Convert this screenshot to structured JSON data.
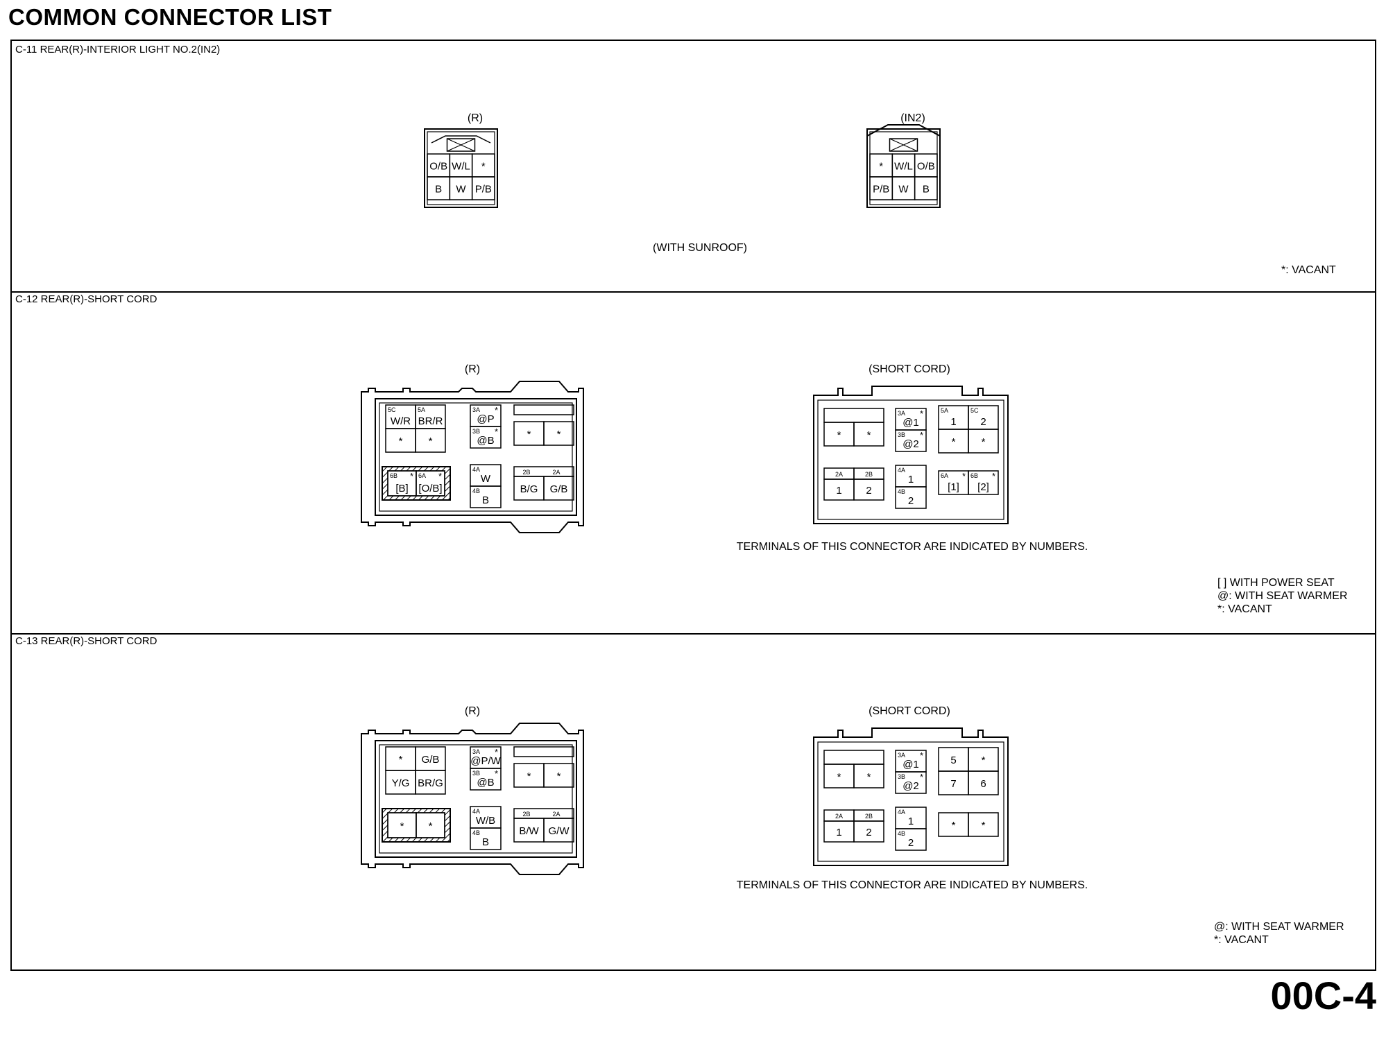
{
  "page": {
    "title": "COMMON CONNECTOR LIST",
    "page_number": "00C-4"
  },
  "sections": [
    {
      "label": "C-11 REAR(R)-INTERIOR LIGHT NO.2(IN2)",
      "left_connector": {
        "caption": "(R)",
        "rows": [
          [
            "O/B",
            "W/L",
            "*"
          ],
          [
            "B",
            "W",
            "P/B"
          ]
        ]
      },
      "right_connector": {
        "caption": "(IN2)",
        "rows": [
          [
            "*",
            "W/L",
            "O/B"
          ],
          [
            "P/B",
            "W",
            "B"
          ]
        ]
      },
      "center_note": "(WITH SUNROOF)",
      "legend": [
        "*: VACANT"
      ]
    },
    {
      "label": "C-12 REAR(R)-SHORT CORD",
      "left_connector": {
        "caption": "(R)",
        "block_a": [
          {
            "id": "5C",
            "text": "W/R"
          },
          {
            "id": "5A",
            "text": "BR/R"
          },
          {
            "id": "",
            "text": "*"
          },
          {
            "id": "",
            "text": "*"
          }
        ],
        "block_b": [
          {
            "id": "3A",
            "text": "@P",
            "mark": "*"
          },
          {
            "id": "3B",
            "text": "@B",
            "mark": "*"
          }
        ],
        "block_c": [
          "*",
          "*"
        ],
        "block_d": [
          {
            "id": "6B",
            "text": "[B]",
            "mark": "*"
          },
          {
            "id": "6A",
            "text": "[O/B]",
            "mark": "*"
          }
        ],
        "block_e": [
          {
            "id": "4A",
            "text": "W"
          },
          {
            "id": "4B",
            "text": "B"
          }
        ],
        "block_f": [
          {
            "id": "2B",
            "text": "B/G"
          },
          {
            "id": "2A",
            "text": "G/B"
          }
        ]
      },
      "right_connector": {
        "caption": "(SHORT CORD)",
        "block_a": [
          "*",
          "*"
        ],
        "block_b": [
          {
            "id": "3A",
            "text": "@1",
            "mark": "*"
          },
          {
            "id": "3B",
            "text": "@2",
            "mark": "*"
          }
        ],
        "block_c": [
          {
            "id": "5A",
            "text": "1"
          },
          {
            "id": "5C",
            "text": "2"
          },
          {
            "id": "",
            "text": "*"
          },
          {
            "id": "",
            "text": "*"
          }
        ],
        "block_d": [
          {
            "id": "2A",
            "text": "1"
          },
          {
            "id": "2B",
            "text": "2"
          }
        ],
        "block_e": [
          {
            "id": "4A",
            "text": "1"
          },
          {
            "id": "4B",
            "text": "2"
          }
        ],
        "block_f": [
          {
            "id": "6A",
            "text": "[1]",
            "mark": "*"
          },
          {
            "id": "6B",
            "text": "[2]",
            "mark": "*"
          }
        ]
      },
      "center_note": "TERMINALS OF THIS CONNECTOR ARE INDICATED BY NUMBERS.",
      "legend": [
        "[ ]  WITH POWER SEAT",
        "@: WITH SEAT WARMER",
        "*: VACANT"
      ]
    },
    {
      "label": "C-13 REAR(R)-SHORT CORD",
      "left_connector": {
        "caption": "(R)",
        "block_a": [
          {
            "id": "",
            "text": "*"
          },
          {
            "id": "",
            "text": "G/B"
          },
          {
            "id": "",
            "text": "Y/G"
          },
          {
            "id": "",
            "text": "BR/G"
          }
        ],
        "block_b": [
          {
            "id": "3A",
            "text": "@P/W",
            "mark": "*"
          },
          {
            "id": "3B",
            "text": "@B",
            "mark": "*"
          }
        ],
        "block_c": [
          "*",
          "*"
        ],
        "block_d": [
          {
            "id": "",
            "text": "*"
          },
          {
            "id": "",
            "text": "*"
          }
        ],
        "block_e": [
          {
            "id": "4A",
            "text": "W/B"
          },
          {
            "id": "4B",
            "text": "B"
          }
        ],
        "block_f": [
          {
            "id": "2B",
            "text": "B/W"
          },
          {
            "id": "2A",
            "text": "G/W"
          }
        ]
      },
      "right_connector": {
        "caption": "(SHORT CORD)",
        "block_a": [
          "*",
          "*"
        ],
        "block_b": [
          {
            "id": "3A",
            "text": "@1",
            "mark": "*"
          },
          {
            "id": "3B",
            "text": "@2",
            "mark": "*"
          }
        ],
        "block_c": [
          {
            "id": "",
            "text": "5"
          },
          {
            "id": "",
            "text": "*"
          },
          {
            "id": "",
            "text": "7"
          },
          {
            "id": "",
            "text": "6"
          }
        ],
        "block_d": [
          {
            "id": "2A",
            "text": "1"
          },
          {
            "id": "2B",
            "text": "2"
          }
        ],
        "block_e": [
          {
            "id": "4A",
            "text": "1"
          },
          {
            "id": "4B",
            "text": "2"
          }
        ],
        "block_f": [
          {
            "id": "",
            "text": "*"
          },
          {
            "id": "",
            "text": "*"
          }
        ]
      },
      "center_note": "TERMINALS OF THIS CONNECTOR ARE INDICATED BY NUMBERS.",
      "legend": [
        "@: WITH SEAT WARMER",
        "*: VACANT"
      ]
    }
  ]
}
